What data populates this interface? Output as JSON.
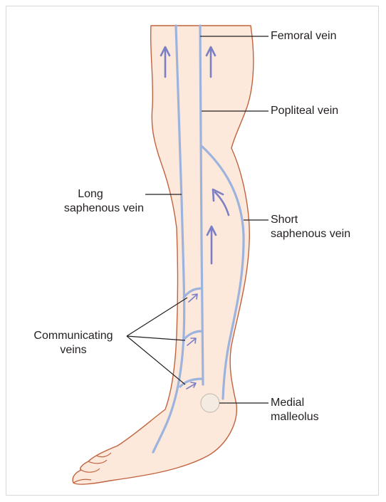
{
  "labels": {
    "femoral_vein": "Femoral vein",
    "popliteal_vein": "Popliteal vein",
    "long_saphenous_1": "Long",
    "long_saphenous_2": "saphenous vein",
    "short_saphenous_1": "Short",
    "short_saphenous_2": "saphenous vein",
    "communicating_1": "Communicating",
    "communicating_2": "veins",
    "medial_malleolus_1": "Medial",
    "medial_malleolus_2": "malleolus"
  },
  "colors": {
    "skin": "#fde8dc",
    "outline": "#c0633f",
    "vein": "#9cb4dd",
    "arrow": "#7b7fc4",
    "leader": "#231f20",
    "malleolus": "#f4ece2"
  }
}
